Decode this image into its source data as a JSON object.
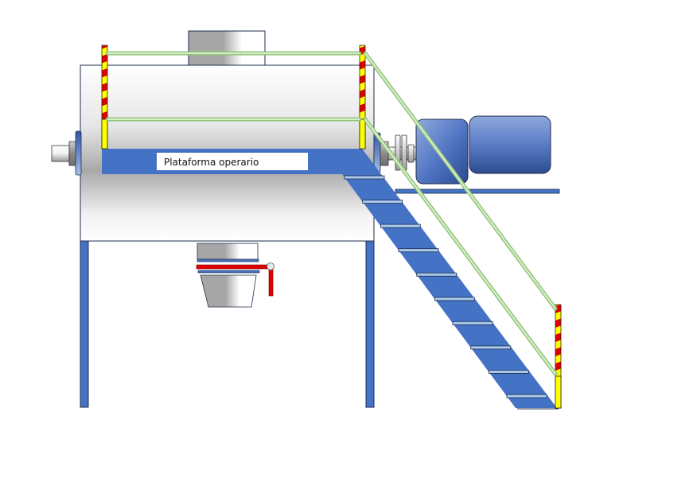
{
  "diagram": {
    "title": "Mixer with operator platform",
    "platform_label": "Plataforma operario",
    "components": [
      "drum-body",
      "top-inlet",
      "left-shaft",
      "right-coupling",
      "gear-reducer",
      "electric-motor",
      "motor-base",
      "operator-platform",
      "staircase",
      "handrails",
      "safety-posts",
      "discharge-valve",
      "support-legs"
    ],
    "stair_steps": 10,
    "colors": {
      "structure_blue": "#4472C4",
      "step_light_blue": "#A9C8EE",
      "post_yellow": "#FFFF00",
      "post_red": "#E00000",
      "rail_green": "#A8D88A",
      "outline": "#1F2D4A",
      "motor_blue": "#5B7FCC"
    }
  }
}
